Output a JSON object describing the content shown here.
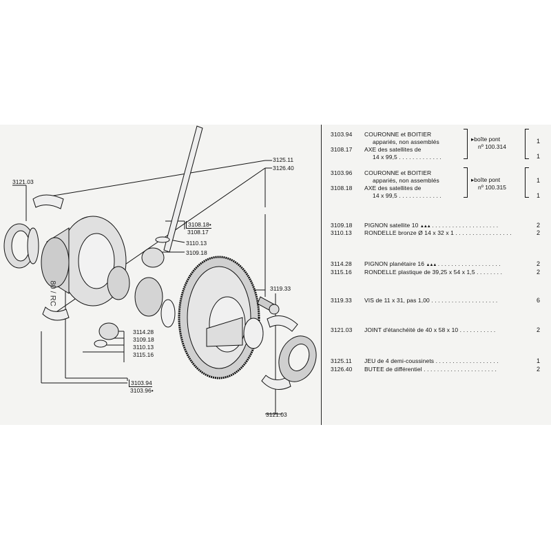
{
  "diagram": {
    "callouts": {
      "c3121_03_top": "3121.03",
      "c3125_11": "3125.11",
      "c3126_40": "3126.40",
      "c3108_18": "3108.18•",
      "c3108_17": "3108.17",
      "c3110_13_top": "3110.13",
      "c3109_18_top": "3109.18",
      "c3119_33": "3119.33",
      "c3114_28": "3114.28",
      "c3109_18": "3109.18",
      "c3110_13": "3110.13",
      "c3115_16": "3115.16",
      "c3103_94": "3103.94",
      "c3103_96": "3103.96•",
      "c3121_03_bottom": "3121.03",
      "handwritten": "80 / RC"
    }
  },
  "parts": {
    "group1": {
      "ref1": "3103.94",
      "line1": "COURONNE et BOITIER",
      "line1b": "appariés, non assemblés",
      "ref2": "3108.17",
      "line2": "AXE des satellites de",
      "line2b": "14 x 99,5 . . . . . . . . . . . . .",
      "note1": "boîte pont",
      "note2": "nº 100.314",
      "qty1": "1",
      "qty2": "1"
    },
    "group2": {
      "ref1": "3103.96",
      "line1": "COURONNE et BOITIER",
      "line1b": "appariés, non assemblés",
      "ref2": "3108.18",
      "line2": "AXE des satellites de",
      "line2b": "14 x 99,5 . . . . . . . . . . . . .",
      "note1": "boîte pont",
      "note2": "nº 100.315",
      "qty1": "1",
      "qty2": "1"
    },
    "rows": [
      {
        "ref": "3109.18",
        "desc": "PIGNON satellite 10",
        "mark": "▲▲▲",
        "dots": " . . . . . . . . . . . . . . . . . . . .",
        "qty": "2"
      },
      {
        "ref": "3110.13",
        "desc": "RONDELLE bronze Ø 14 x 32 x 1 . . . . . . . . . . . . . . . . .",
        "mark": "",
        "dots": "",
        "qty": "2"
      },
      {
        "ref": "3114.28",
        "desc": "PIGNON planétaire 16",
        "mark": "▲▲▲",
        "dots": " . . . . . . . . . . . . . . . . . . .",
        "qty": "2"
      },
      {
        "ref": "3115.16",
        "desc": "RONDELLE plastique de 39,25 x 54 x 1,5 . . . . . . . .",
        "mark": "",
        "dots": "",
        "qty": "2"
      },
      {
        "ref": "3119.33",
        "desc": "VIS de 11 x 31, pas 1,00 . . . . . . . . . . . . . . . . . . . .",
        "mark": "",
        "dots": "",
        "qty": "6"
      },
      {
        "ref": "3121.03",
        "desc": "JOINT d'étanchéité de 40 x 58 x 10 . . . . . . . . . . .",
        "mark": "",
        "dots": "",
        "qty": "2"
      },
      {
        "ref": "3125.11",
        "desc": "JEU de 4 demi-coussinets . . . . . . . . . . . . . . . . . . .",
        "mark": "",
        "dots": "",
        "qty": "1"
      },
      {
        "ref": "3126.40",
        "desc": "BUTEE de différentiel . . . . . . . . . . . . . . . . . . . . . .",
        "mark": "",
        "dots": "",
        "qty": "2"
      }
    ]
  },
  "colors": {
    "paper": "#f4f4f2",
    "ink": "#111111"
  }
}
